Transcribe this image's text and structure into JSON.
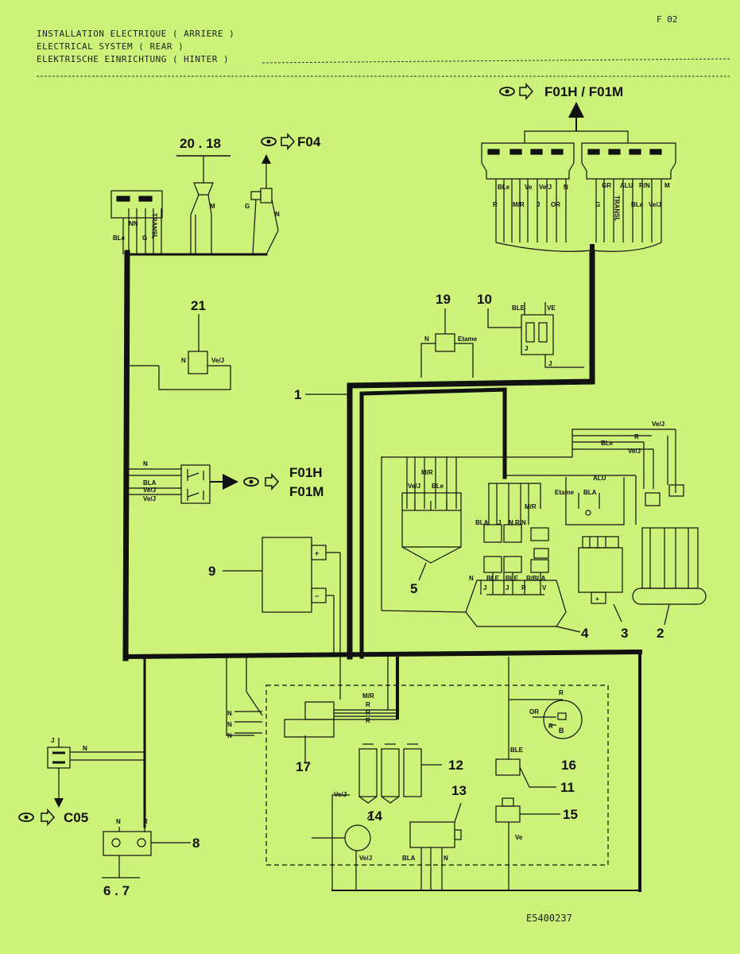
{
  "header": {
    "line1": "INSTALLATION ELECTRIQUE ( ARRIERE )",
    "line2": "ELECTRICAL SYSTEM ( REAR )",
    "line3": "ELEKTRISCHE EINRICHTUNG ( HINTER )",
    "page_number": "F 02"
  },
  "document_number": "E5400237",
  "references": {
    "top_right": "F01H / F01M",
    "top_mid": "F04",
    "mid_left_1": "F01H",
    "mid_left_2": "F01M",
    "bottom_left": "C05",
    "part_20_18": "20 . 18",
    "part_6_7": "6 . 7"
  },
  "components": {
    "c1": "1",
    "c2": "2",
    "c3": "3",
    "c4": "4",
    "c5": "5",
    "c8": "8",
    "c9": "9",
    "c10": "10",
    "c11": "11",
    "c12": "12",
    "c13": "13",
    "c14": "14",
    "c15": "15",
    "c16": "16",
    "c17": "17",
    "c19": "19",
    "c21": "21"
  },
  "wire_labels": {
    "n": "N",
    "nn": "NN",
    "g": "G",
    "ble": "BLe",
    "transl": "TRANSL",
    "m": "M",
    "r": "R",
    "mr": "M/R",
    "j": "J",
    "or": "OR",
    "ve": "Ve",
    "vej": "Ve/J",
    "gr": "GR",
    "alu": "ALU",
    "rn": "R/N",
    "bla": "BLA",
    "ble_caps": "BLE",
    "ve_caps": "VE",
    "etame": "Etame",
    "etame_cap": "Etame",
    "rbla": "R/BLA",
    "v": "V",
    "b": "B",
    "plus": "+",
    "minus": "−"
  },
  "colors": {
    "background": "#cdf27a",
    "ink": "#111111"
  }
}
